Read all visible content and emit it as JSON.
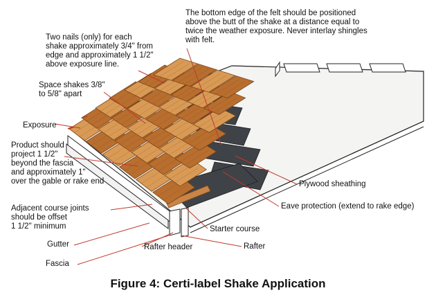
{
  "labels": {
    "felt_note": "The bottom edge of the felt should be positioned\nabove the butt of the shake at a distance equal to\ntwice the weather exposure. Never interlay shingles\nwith felt.",
    "nails_note": "Two nails (only) for each\nshake approximately 3/4\" from\nedge and approximately 1 1/2\"\nabove exposure line.",
    "space_note": "Space shakes 3/8\"\nto 5/8\" apart",
    "exposure": "Exposure",
    "project_note": "Product should\nproject 1 1/2\"\nbeyond the fascia\nand approximately 1\"\nover the gable or rake end",
    "adjacent_note": "Adjacent course joints\nshould be offset\n1 1/2\" minimum",
    "gutter": "Gutter",
    "fascia": "Fascia",
    "rafter_header": "Rafter header",
    "rafter": "Rafter",
    "starter_course": "Starter course",
    "plywood": "Plywood sheathing",
    "eave_protection": "Eave protection (extend to rake edge)"
  },
  "caption": "Figure 4: Certi-label Shake Application",
  "colors": {
    "shake_light": "#d99a55",
    "shake_dark": "#b86e2e",
    "shake_line": "#7a4518",
    "felt": "#3f4347",
    "felt_edge": "#1d1f21",
    "sheathing": "#f4f4f2",
    "leader": "#c0392b"
  }
}
